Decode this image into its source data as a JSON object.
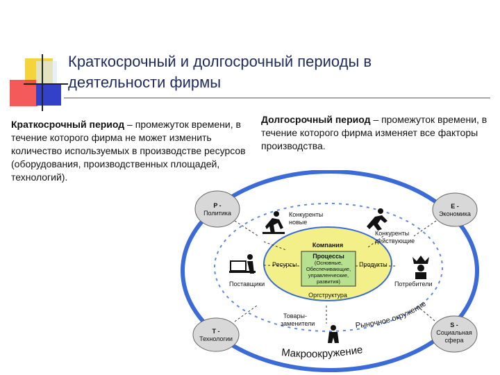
{
  "colors": {
    "title": "#1f2b5a",
    "yellow": "#f4d43a",
    "red": "#f23d3d",
    "blue": "#3340c8",
    "lightblue": "#dce9fa",
    "circle_blue": "#3a6bd6",
    "inner_yellow": "#f3f08a",
    "core_green": "#b7e08f"
  },
  "slide": {
    "title": "Краткосрочный и долгосрочный периоды в деятельности фирмы",
    "short": {
      "term": "Краткосрочный период",
      "text": " – промежуток времени, в течение которого фирма не может изменить количество используемых в производстве ресурсов (оборудования, производственных площадей, технологий)."
    },
    "long": {
      "term": "Долгосрочный период",
      "text": " – промежуток времени, в течение которого фирма изменяет все факторы производства."
    }
  },
  "diagram": {
    "p_label_1": "P -",
    "p_label_2": "Политика",
    "e_label_1": "E -",
    "e_label_2": "Экономика",
    "t_label_1": "T -",
    "t_label_2": "Технологии",
    "s_label_1": "S -",
    "s_label_2": "Социальная",
    "s_label_3": "сфера",
    "new_comp_1": "Конкуренты",
    "new_comp_2": "новые",
    "act_comp_1": "Конкуренты",
    "act_comp_2": "действующие",
    "company": "Компания",
    "proc_1": "Процессы",
    "proc_2": "(Основные,",
    "proc_3": "Обеспечивающие,",
    "proc_4": "управленческие,",
    "proc_5": "развития)",
    "resources": "Ресурсы",
    "products": "Продукты",
    "org": "Оргструктура",
    "suppliers": "Поставщики",
    "consumers": "Потребители",
    "subs_1": "Товары-",
    "subs_2": "заменители",
    "market": "Рыночное окружение",
    "macro": "Макроокружение"
  }
}
